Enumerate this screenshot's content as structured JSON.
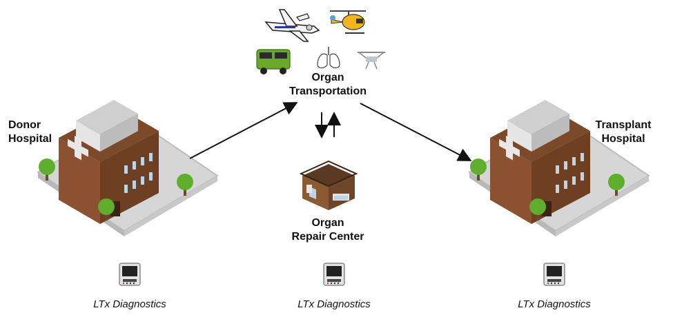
{
  "nodes": {
    "donor": {
      "label_line1": "Donor",
      "label_line2": "Hospital"
    },
    "transport": {
      "label_line1": "Organ",
      "label_line2": "Transportation"
    },
    "repair": {
      "label_line1": "Organ",
      "label_line2": "Repair Center"
    },
    "transplant": {
      "label_line1": "Transplant",
      "label_line2": "Hospital"
    }
  },
  "diagnostics": {
    "donor": "LTx Diagnostics",
    "repair": "LTx Diagnostics",
    "transplant": "LTx Diagnostics"
  },
  "transport_icons": [
    "airplane-icon",
    "helicopter-icon",
    "van-icon",
    "lungs-icon",
    "drone-icon"
  ],
  "colors": {
    "brick": "#8a5230",
    "brick_dark": "#6b3d22",
    "ground": "#d9d9d9",
    "tree": "#5fae2e",
    "van": "#6aa829",
    "helicopter": "#f2b51d"
  }
}
